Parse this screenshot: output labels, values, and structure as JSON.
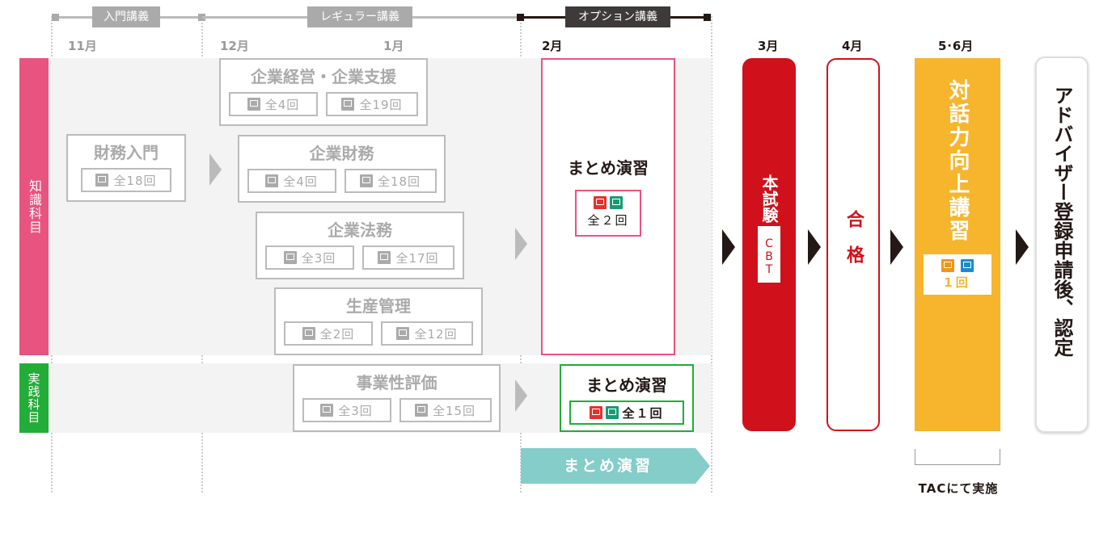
{
  "phases": [
    {
      "label": "入門講義"
    },
    {
      "label": "レギュラー講義"
    },
    {
      "label": "オプション講義"
    }
  ],
  "months": [
    "11月",
    "12月",
    "1月",
    "2月",
    "3月",
    "4月",
    "5･6月"
  ],
  "rows": {
    "knowledge": "知識科目",
    "practical": "実践科目"
  },
  "courses": [
    {
      "title": "財務入門",
      "sessions": [
        {
          "icon": "computer-icon",
          "text": "全18回"
        }
      ]
    },
    {
      "title": "企業経営・企業支援",
      "sessions": [
        {
          "icon": "lecture-icon",
          "text": "全4回"
        },
        {
          "icon": "computer-icon",
          "text": "全19回"
        }
      ]
    },
    {
      "title": "企業財務",
      "sessions": [
        {
          "icon": "lecture-icon",
          "text": "全4回"
        },
        {
          "icon": "computer-icon",
          "text": "全18回"
        }
      ]
    },
    {
      "title": "企業法務",
      "sessions": [
        {
          "icon": "lecture-icon",
          "text": "全3回"
        },
        {
          "icon": "computer-icon",
          "text": "全17回"
        }
      ]
    },
    {
      "title": "生産管理",
      "sessions": [
        {
          "icon": "lecture-icon",
          "text": "全2回"
        },
        {
          "icon": "computer-icon",
          "text": "全12回"
        }
      ]
    },
    {
      "title": "事業性評価",
      "sessions": [
        {
          "icon": "lecture-icon",
          "text": "全3回"
        },
        {
          "icon": "computer-icon",
          "text": "全15回"
        }
      ]
    }
  ],
  "option": {
    "knowledge": {
      "title": "まとめ演習",
      "sessions": "全２回"
    },
    "practical": {
      "title": "まとめ演習",
      "sessions": "全１回"
    },
    "banner": "まとめ演習"
  },
  "exam": {
    "title": "本試験",
    "badge": "CBT"
  },
  "pass": {
    "title": "合格"
  },
  "training": {
    "title": "対話力向上講習",
    "sessions": "1回",
    "note": "TACにて実施"
  },
  "certify": {
    "title": "アドバイザー登録申請後、認定"
  },
  "colors": {
    "knowledge": "#e8537f",
    "practical": "#22ac38",
    "exam": "#d0111b",
    "training": "#f6b52c",
    "banner": "#84cdc9",
    "dark": "#231815"
  }
}
